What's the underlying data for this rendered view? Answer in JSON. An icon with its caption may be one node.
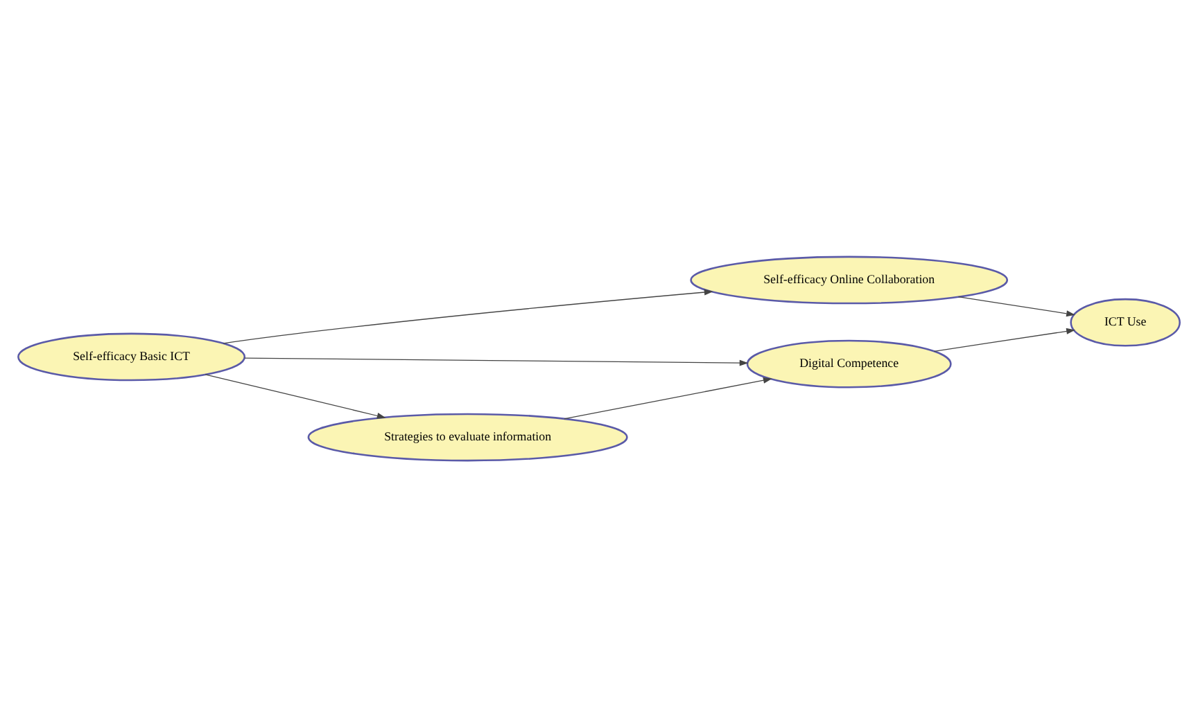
{
  "diagram": {
    "nodes": [
      {
        "text": [
          "Self-efficacy Basic ICT"
        ]
      },
      {
        "text": [
          "Self-efficacy Online Collaboration"
        ]
      },
      {
        "text": [
          "Digital Competence"
        ]
      },
      {
        "text": [
          "Strategies to evaluate information"
        ]
      },
      {
        "text": [
          "ICT Use"
        ]
      }
    ],
    "edges": [
      {
        "from": 0,
        "to": 1,
        "arrow": "to"
      },
      {
        "from": 0,
        "to": 2,
        "arrow": "to"
      },
      {
        "from": 0,
        "to": 3,
        "arrow": "to"
      },
      {
        "from": 3,
        "to": 2,
        "arrow": "to"
      },
      {
        "from": 1,
        "to": 4,
        "arrow": "to"
      },
      {
        "from": 2,
        "to": 4,
        "arrow": "to"
      }
    ]
  }
}
